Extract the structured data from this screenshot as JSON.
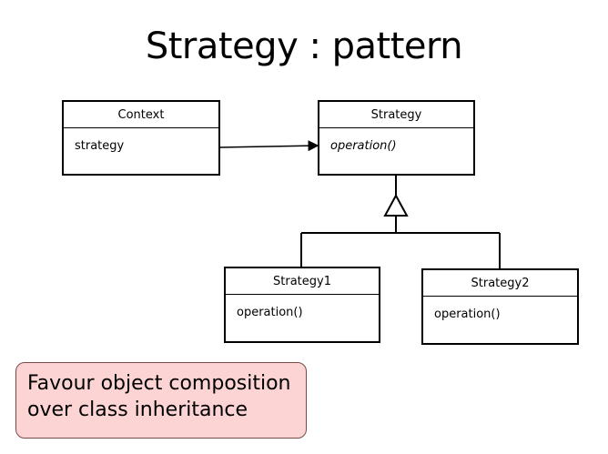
{
  "slide": {
    "title": "Strategy : pattern"
  },
  "classes": {
    "context": {
      "name": "Context",
      "member": "strategy"
    },
    "strategy": {
      "name": "Strategy",
      "member": "operation()"
    },
    "strategy1": {
      "name": "Strategy1",
      "member": "operation()"
    },
    "strategy2": {
      "name": "Strategy2",
      "member": "operation()"
    }
  },
  "relationships": [
    {
      "from": "Context",
      "to": "Strategy",
      "type": "association"
    },
    {
      "from": "Strategy1",
      "to": "Strategy",
      "type": "generalization"
    },
    {
      "from": "Strategy2",
      "to": "Strategy",
      "type": "generalization"
    }
  ],
  "callout": {
    "line1": "Favour object composition",
    "line2": "over class inheritance",
    "background": "#fcd4d4"
  }
}
